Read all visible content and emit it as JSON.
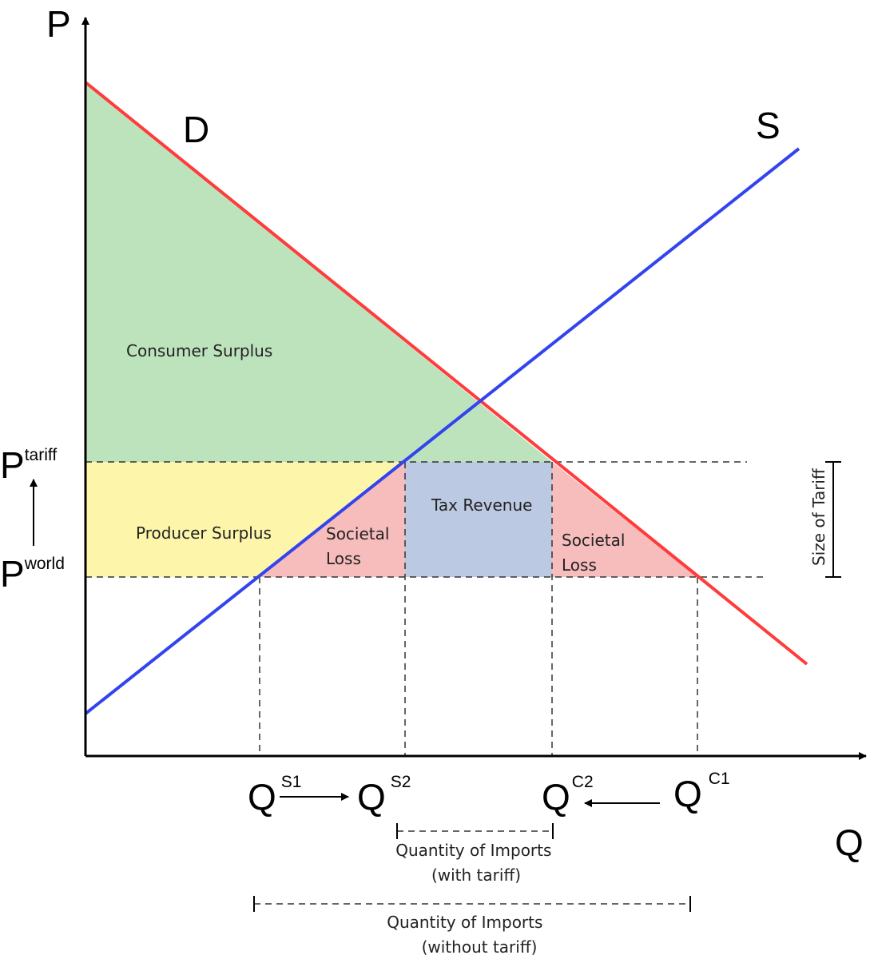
{
  "axes": {
    "price_label": "P",
    "quantity_label": "Q"
  },
  "curves": {
    "demand_label": "D",
    "supply_label": "S",
    "demand_color": "#ff3b3b",
    "supply_color": "#3344ee"
  },
  "prices": {
    "tariff": {
      "base": "P",
      "sup": "tariff"
    },
    "world": {
      "base": "P",
      "sup": "world"
    }
  },
  "quantities": {
    "qs1": {
      "base": "Q",
      "sup": "S1"
    },
    "qs2": {
      "base": "Q",
      "sup": "S2"
    },
    "qc2": {
      "base": "Q",
      "sup": "C2"
    },
    "qc1": {
      "base": "Q",
      "sup": "C1"
    }
  },
  "regions": {
    "consumer_surplus": {
      "label": "Consumer Surplus",
      "color": "#bde3bd"
    },
    "producer_surplus": {
      "label": "Producer Surplus",
      "color": "#fdf6aa"
    },
    "tax_revenue": {
      "label": "Tax Revenue",
      "color": "#bcc9e2"
    },
    "societal_loss": {
      "line1": "Societal",
      "line2": "Loss",
      "color": "#f7bcbc"
    }
  },
  "annotations": {
    "size_of_tariff": "Size of Tariff",
    "imports_with_tariff": {
      "line1": "Quantity of Imports",
      "line2": "(with tariff)"
    },
    "imports_without_tariff": {
      "line1": "Quantity of Imports",
      "line2": "(without tariff)"
    }
  }
}
